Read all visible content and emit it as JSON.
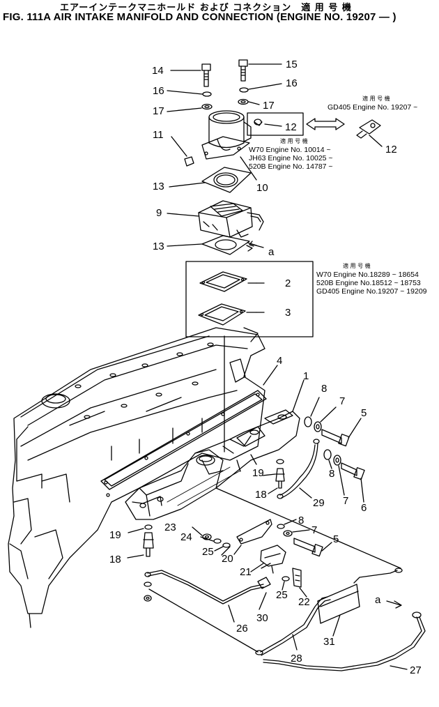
{
  "header": {
    "title_jp": "エアーインテークマニホールド および コネクション　適 用 号 機",
    "title_en": "FIG. 111A  AIR INTAKE MANIFOLD AND CONNECTION (ENGINE NO. 19207 — )"
  },
  "callouts": {
    "c1": "1",
    "c2": "2",
    "c3": "3",
    "c4": "4",
    "c5a": "5",
    "c5b": "5",
    "c6": "6",
    "c7a": "7",
    "c7b": "7",
    "c7c": "7",
    "c8a": "8",
    "c8b": "8",
    "c8c": "8",
    "c9": "9",
    "c10": "10",
    "c11": "11",
    "c12a": "12",
    "c12b": "12",
    "c13a": "13",
    "c13b": "13",
    "c14": "14",
    "c15": "15",
    "c16a": "16",
    "c16b": "16",
    "c17a": "17",
    "c17b": "17",
    "c18a": "18",
    "c18b": "18",
    "c19a": "19",
    "c19b": "19",
    "c20": "20",
    "c21": "21",
    "c22": "22",
    "c23": "23",
    "c24": "24",
    "c25a": "25",
    "c25b": "25",
    "c26": "26",
    "c27": "27",
    "c28": "28",
    "c29": "29",
    "c30": "30",
    "c31": "31",
    "arrow_a1": "a",
    "arrow_a2": "a"
  },
  "applicability": {
    "gd405": {
      "heading": "適 用 号 機",
      "line": "GD405 Engine No. 19207 ~"
    },
    "box12": {
      "heading": "適 用 号 機",
      "lines": [
        "W70   Engine No. 10014 ~",
        "JH63  Engine No. 10025 ~",
        "520B  Engine No. 14787 ~"
      ]
    },
    "gasket_box": {
      "heading": "適 用 号 機",
      "lines": [
        "W70     Engine No.18289 ~ 18654",
        "520B    Engine No.18512 ~ 18753",
        "GD405  Engine No.19207 ~ 19209"
      ]
    }
  }
}
